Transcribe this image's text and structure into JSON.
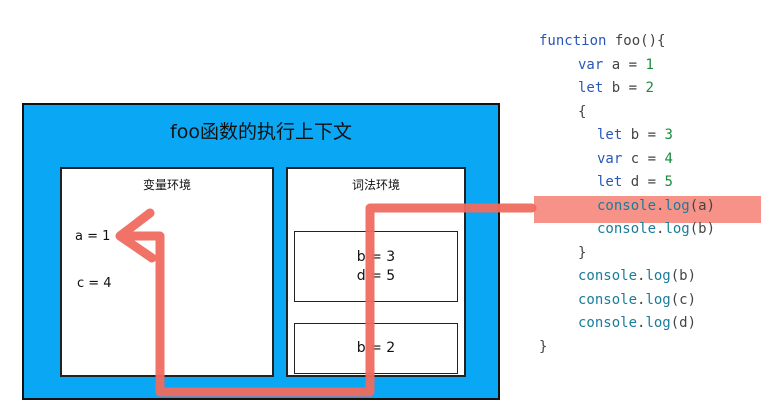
{
  "context": {
    "title": "foo函数的执行上下文",
    "variable_environment": {
      "title": "变量环境",
      "vars": [
        "a = 1",
        "c = 4"
      ]
    },
    "lexical_environment": {
      "title": "词法环境",
      "block_scope": [
        "b = 3",
        "d = 5"
      ],
      "function_scope": [
        "b = 2"
      ]
    }
  },
  "code": {
    "lines": [
      {
        "indent": 0,
        "tokens": [
          [
            "kw",
            "function"
          ],
          [
            "pl",
            " foo(){"
          ]
        ]
      },
      {
        "indent": 1,
        "tokens": [
          [
            "kw",
            "var"
          ],
          [
            "pl",
            " a = "
          ],
          [
            "num",
            "1"
          ]
        ]
      },
      {
        "indent": 1,
        "tokens": [
          [
            "kw",
            "let"
          ],
          [
            "pl",
            " b = "
          ],
          [
            "num",
            "2"
          ]
        ]
      },
      {
        "indent": 1,
        "tokens": [
          [
            "pl",
            "{"
          ]
        ]
      },
      {
        "indent": 2,
        "tokens": [
          [
            "kw",
            "let"
          ],
          [
            "pl",
            " b = "
          ],
          [
            "num",
            "3"
          ]
        ]
      },
      {
        "indent": 2,
        "tokens": [
          [
            "kw",
            "var"
          ],
          [
            "pl",
            " c = "
          ],
          [
            "num",
            "4"
          ]
        ]
      },
      {
        "indent": 2,
        "tokens": [
          [
            "kw",
            "let"
          ],
          [
            "pl",
            " d = "
          ],
          [
            "num",
            "5"
          ]
        ]
      },
      {
        "indent": 2,
        "tokens": [
          [
            "obj",
            "console"
          ],
          [
            "pl",
            "."
          ],
          [
            "fn",
            "log"
          ],
          [
            "pl",
            "(a)"
          ]
        ]
      },
      {
        "indent": 2,
        "tokens": [
          [
            "obj",
            "console"
          ],
          [
            "pl",
            "."
          ],
          [
            "fn",
            "log"
          ],
          [
            "pl",
            "(b)"
          ]
        ]
      },
      {
        "indent": 1,
        "tokens": [
          [
            "pl",
            "}"
          ]
        ]
      },
      {
        "indent": 1,
        "tokens": [
          [
            "obj",
            "console"
          ],
          [
            "pl",
            "."
          ],
          [
            "fn",
            "log"
          ],
          [
            "pl",
            "(b)"
          ]
        ]
      },
      {
        "indent": 1,
        "tokens": [
          [
            "obj",
            "console"
          ],
          [
            "pl",
            "."
          ],
          [
            "fn",
            "log"
          ],
          [
            "pl",
            "(c)"
          ]
        ]
      },
      {
        "indent": 1,
        "tokens": [
          [
            "obj",
            "console"
          ],
          [
            "pl",
            "."
          ],
          [
            "fn",
            "log"
          ],
          [
            "pl",
            "(d)"
          ]
        ]
      },
      {
        "indent": 0,
        "tokens": [
          [
            "pl",
            "}"
          ]
        ]
      }
    ],
    "highlight_line": 7
  },
  "colors": {
    "context_bg": "#0aa7f5",
    "trace": "#f06a5e",
    "highlight": "#f57f73"
  }
}
